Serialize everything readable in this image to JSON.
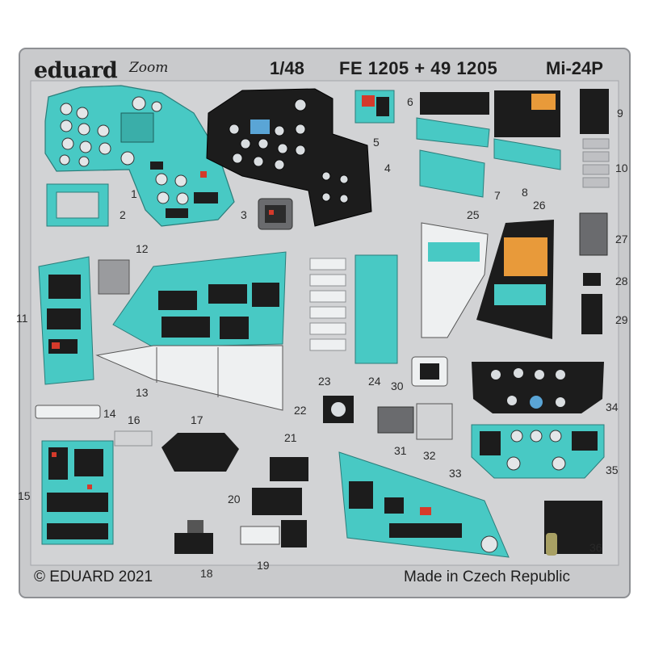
{
  "header": {
    "brand": "eduard",
    "brand_mark": "Zoom",
    "scale": "1/48",
    "product_code": "FE 1205 + 49 1205",
    "model": "Mi-24P"
  },
  "footer": {
    "copyright": "© EDUARD 2021",
    "origin": "Made in Czech Republic"
  },
  "part_numbers": [
    "1",
    "2",
    "3",
    "4",
    "5",
    "6",
    "7",
    "8",
    "9",
    "10",
    "11",
    "12",
    "13",
    "14",
    "15",
    "16",
    "17",
    "18",
    "19",
    "20",
    "21",
    "22",
    "23",
    "24",
    "25",
    "26",
    "27",
    "28",
    "29",
    "30",
    "31",
    "32",
    "33",
    "34",
    "35",
    "36"
  ],
  "colors": {
    "fret": "#c9cacc",
    "fret_edge": "#8e9094",
    "panel_teal": "#48c9c4",
    "panel_black": "#1c1c1c",
    "instrument_gray": "#d9dde0",
    "warning_red": "#d53a2b",
    "amber": "#e89a3a"
  }
}
